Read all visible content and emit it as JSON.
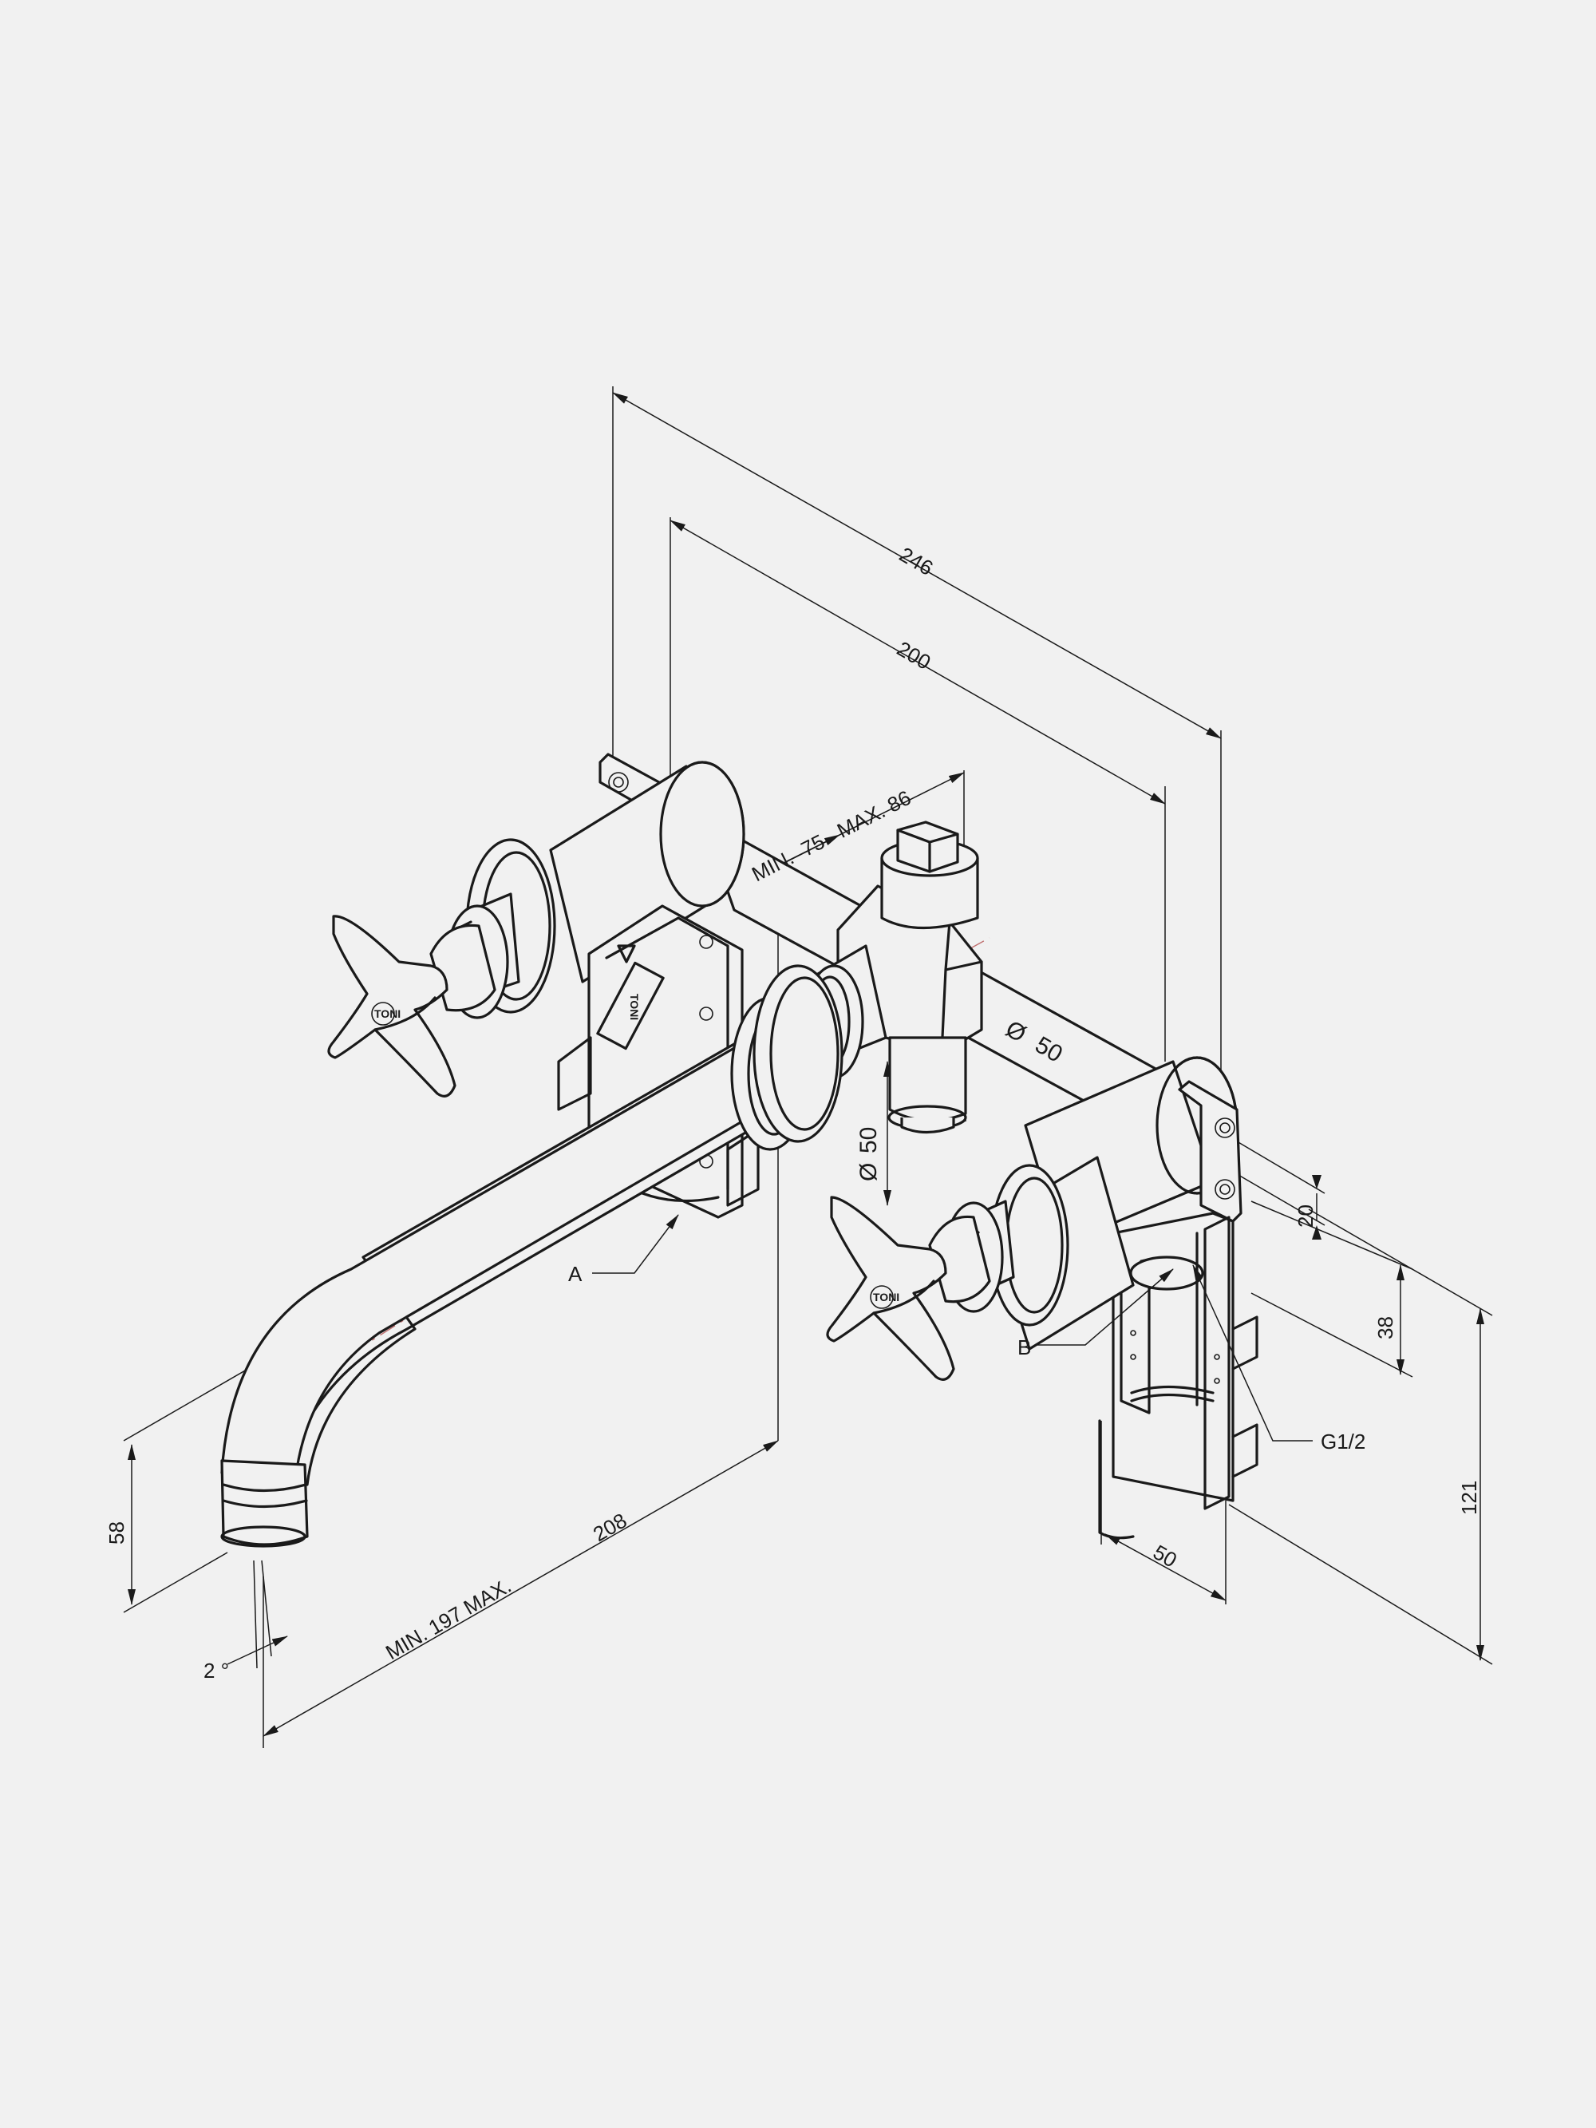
{
  "dimensions": {
    "overall_width": "246",
    "spacing": "200",
    "depth_range": "MIN.  75   MAX. 86",
    "diameter_horizontal": "50",
    "diameter_vertical": "50",
    "outlet_offset": "20",
    "outlet_drop": "38",
    "spout_height": "58",
    "spout_reach": "208",
    "spout_min_max": "MIN. 197 MAX.",
    "spout_angle": "2 °",
    "sleeve_width": "50",
    "total_height": "121"
  },
  "labels": {
    "part_a": "A",
    "part_b": "B",
    "thread": "G1/2"
  },
  "brand": {
    "handle_logo": "TONI",
    "body_logo": "TONI"
  }
}
